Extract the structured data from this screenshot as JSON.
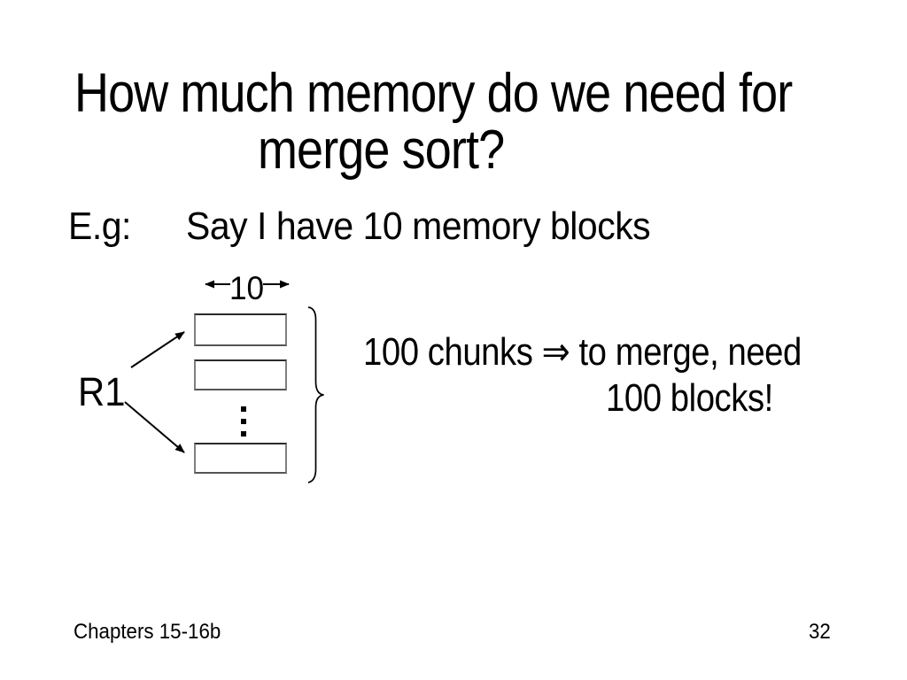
{
  "slide": {
    "title": {
      "line1": "How much memory do we need for",
      "line2": "merge sort?"
    },
    "example": {
      "prefix": "E.g:",
      "text": "Say I have 10 memory blocks"
    },
    "diagram": {
      "width_label": "10",
      "source_label": "R1",
      "block_count": 3
    },
    "annotation": {
      "line1": "100 chunks ⇒ to merge, need",
      "line2": "100 blocks!"
    },
    "footer": {
      "left_text": "Chapters 15-16b",
      "page_number": "32"
    }
  },
  "colors": {
    "background": "#ffffff",
    "text": "#000000",
    "block_border_dark": "#2b2b2b",
    "block_border_light": "#7f7f7f"
  }
}
